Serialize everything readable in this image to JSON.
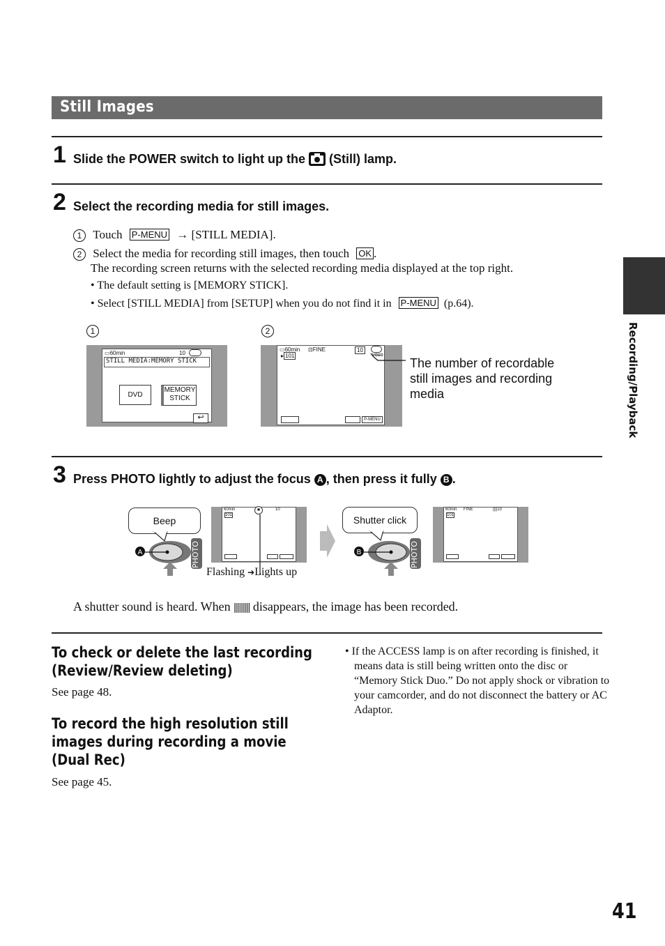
{
  "section": {
    "title": "Still Images"
  },
  "step1": {
    "num": "1",
    "text_before": "Slide the POWER switch to light up the ",
    "text_after": "(Still) lamp."
  },
  "step2": {
    "num": "2",
    "text": "Select the recording media for still images.",
    "item1": {
      "marker": "1",
      "touch": "Touch",
      "key": "P-MENU",
      "arrow": "→",
      "target": "[STILL MEDIA]."
    },
    "item2": {
      "marker": "2",
      "text": "Select the media for recording still images, then touch",
      "key": "OK",
      "end": "."
    },
    "item2_line2": "The recording screen returns with the selected recording media displayed at the top right.",
    "bullet1": "• The default setting is [MEMORY STICK].",
    "bullet2_before": "• Select [STILL MEDIA] from [SETUP] when you do not find it in",
    "bullet2_key": "P-MENU",
    "bullet2_after": "(p.64)."
  },
  "figure2": {
    "label1": "1",
    "label2": "2",
    "screen1": {
      "battery": "60min",
      "count": "10",
      "title": "STILL MEDIA:MEMORY STICK",
      "btn_dvd": "DVD",
      "btn_ms1": "MEMORY",
      "btn_ms2": "STICK",
      "return": "↩"
    },
    "screen2": {
      "battery": "60min",
      "quality": "FINE",
      "folder": "101",
      "count": "10",
      "media": "VIDEO",
      "btn_menu": "P-MENU"
    },
    "callout": [
      "The number of recordable",
      "still images and recording",
      "media"
    ]
  },
  "step3": {
    "num": "3",
    "text_before": "Press PHOTO lightly to adjust the focus ",
    "marker_a": "A",
    "text_mid": ", then press it fully ",
    "marker_b": "B",
    "text_after": "."
  },
  "figure3": {
    "bubble_a": "Beep",
    "bubble_b": "Shutter click",
    "photo_label": "PHOTO",
    "label_a": "A",
    "label_b": "B",
    "caption_flashing": "Flashing",
    "caption_arrow": "➔",
    "caption_lights": "Lights up",
    "screen_battery": "60min",
    "screen_count": "10",
    "screen_quality": "FINE",
    "screen_folder": "101"
  },
  "shutter_note": {
    "before": "A shutter sound is heard. When",
    "icon": "||||||||",
    "after": "disappears, the image has been recorded."
  },
  "review": {
    "title": "To check or delete the last recording (Review/Review deleting)",
    "ref": "See page 48."
  },
  "dualrec": {
    "title": "To record the high resolution still images during recording a movie (Dual Rec)",
    "ref": "See page 45."
  },
  "access_note": "• If the ACCESS lamp is on after recording is finished, it means data is still being written onto the disc or “Memory Stick Duo.” Do not apply shock or vibration to your camcorder, and do not disconnect the battery or AC Adaptor.",
  "side_tab": "Recording/Playback",
  "page_number": "41"
}
